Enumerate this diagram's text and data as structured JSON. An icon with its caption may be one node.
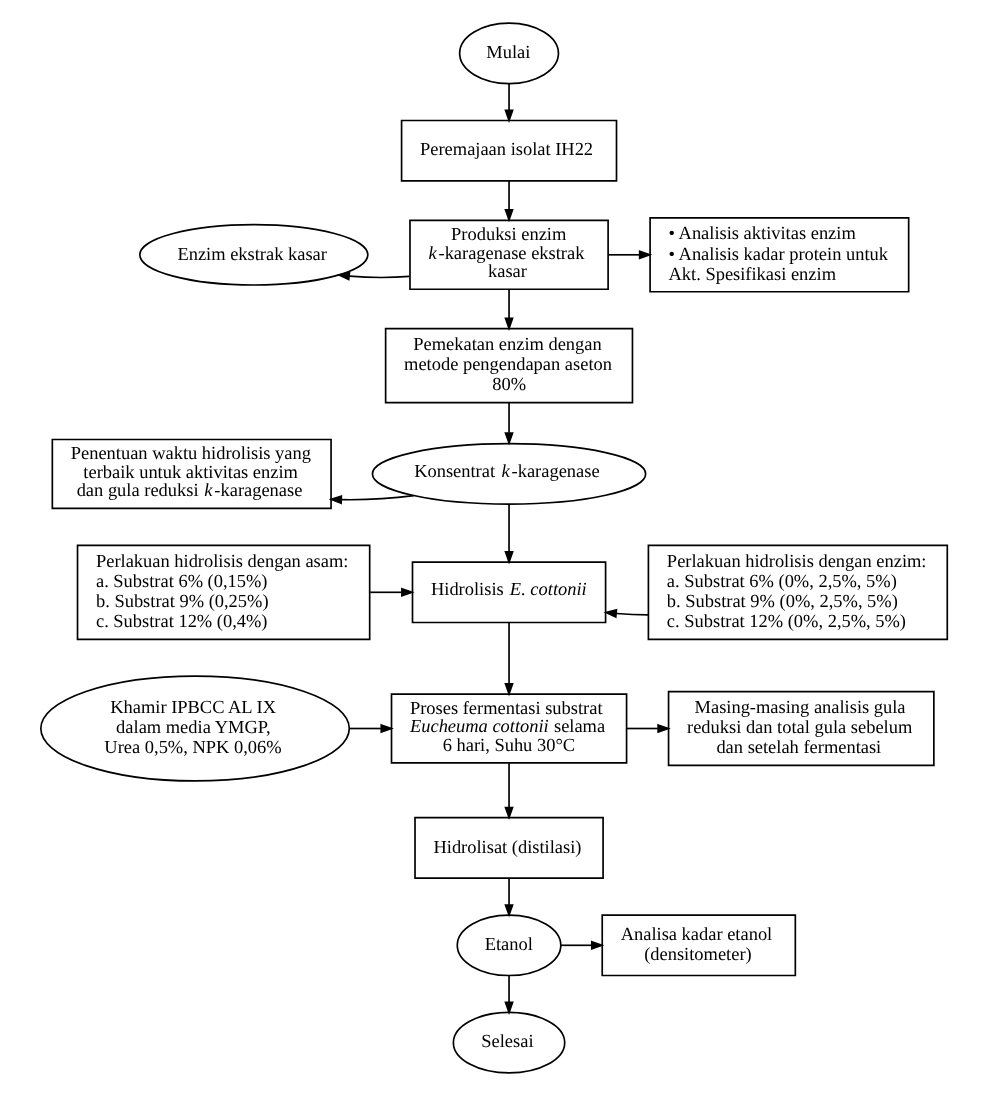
{
  "diagram": {
    "nodes": [
      {
        "text": [
          "Mulai"
        ]
      },
      {
        "text": [
          "Peremajaan isolat IH22"
        ]
      },
      {
        "text": [
          "Enzim ekstrak kasar"
        ]
      },
      {
        "text": [
          "Produksi enzim *k*-karagenase ekstrak kasar"
        ]
      },
      {
        "text": [
          "• Analisis aktivitas enzim",
          "• Analisis kadar protein untuk Akt. Spesifikasi enzim"
        ]
      },
      {
        "text": [
          "Pemekatan enzim dengan metode pengendapan aseton 80%"
        ]
      },
      {
        "text": [
          "Penentuan waktu hidrolisis yang terbaik untuk aktivitas enzim dan gula reduksi *k*-karagenase"
        ]
      },
      {
        "text": [
          "Konsentrat *k*-karagenase"
        ]
      },
      {
        "text": [
          "Perlakuan hidrolisis dengan asam:",
          "a. Substrat 6% (0,15%)",
          "b. Substrat 9% (0,25%)",
          "c. Substrat 12% (0,4%)"
        ]
      },
      {
        "text": [
          "Hidrolisis *E. cottonii*"
        ]
      },
      {
        "text": [
          "Perlakuan hidrolisis dengan enzim:",
          "a. Substrat 6% (0%, 2,5%, 5%)",
          "b. Substrat 9% (0%, 2,5%, 5%)",
          "c. Substrat 12% (0%, 2,5%, 5%)"
        ]
      },
      {
        "text": [
          "Khamir IPBCC AL IX dalam media YMGP, Urea 0,5%, NPK 0,06%"
        ]
      },
      {
        "text": [
          "Proses fermentasi substrat *Eucheuma cottonii* selama 6 hari, Suhu 30°C"
        ]
      },
      {
        "text": [
          "Masing-masing analisis gula reduksi dan total gula sebelum dan setelah fermentasi"
        ]
      },
      {
        "text": [
          "Hidrolisat (distilasi)"
        ]
      },
      {
        "text": [
          "Etanol"
        ]
      },
      {
        "text": [
          "Analisa kadar etanol (densitometer)"
        ]
      },
      {
        "text": [
          "Selesai"
        ]
      }
    ],
    "edges": [
      {
        "from": 0,
        "to": 1,
        "arrow": "to"
      },
      {
        "from": 1,
        "to": 3,
        "arrow": "to"
      },
      {
        "from": 3,
        "to": 2,
        "arrow": "to"
      },
      {
        "from": 3,
        "to": 4,
        "arrow": "to"
      },
      {
        "from": 3,
        "to": 5,
        "arrow": "to"
      },
      {
        "from": 5,
        "to": 7,
        "arrow": "to"
      },
      {
        "from": 7,
        "to": 6,
        "arrow": "to"
      },
      {
        "from": 7,
        "to": 9,
        "arrow": "to"
      },
      {
        "from": 8,
        "to": 9,
        "arrow": "to"
      },
      {
        "from": 10,
        "to": 9,
        "arrow": "to"
      },
      {
        "from": 9,
        "to": 12,
        "arrow": "to"
      },
      {
        "from": 11,
        "to": 12,
        "arrow": "to"
      },
      {
        "from": 12,
        "to": 13,
        "arrow": "to"
      },
      {
        "from": 12,
        "to": 14,
        "arrow": "to"
      },
      {
        "from": 14,
        "to": 15,
        "arrow": "to"
      },
      {
        "from": 15,
        "to": 16,
        "arrow": "to"
      },
      {
        "from": 15,
        "to": 17,
        "arrow": "to"
      }
    ]
  }
}
